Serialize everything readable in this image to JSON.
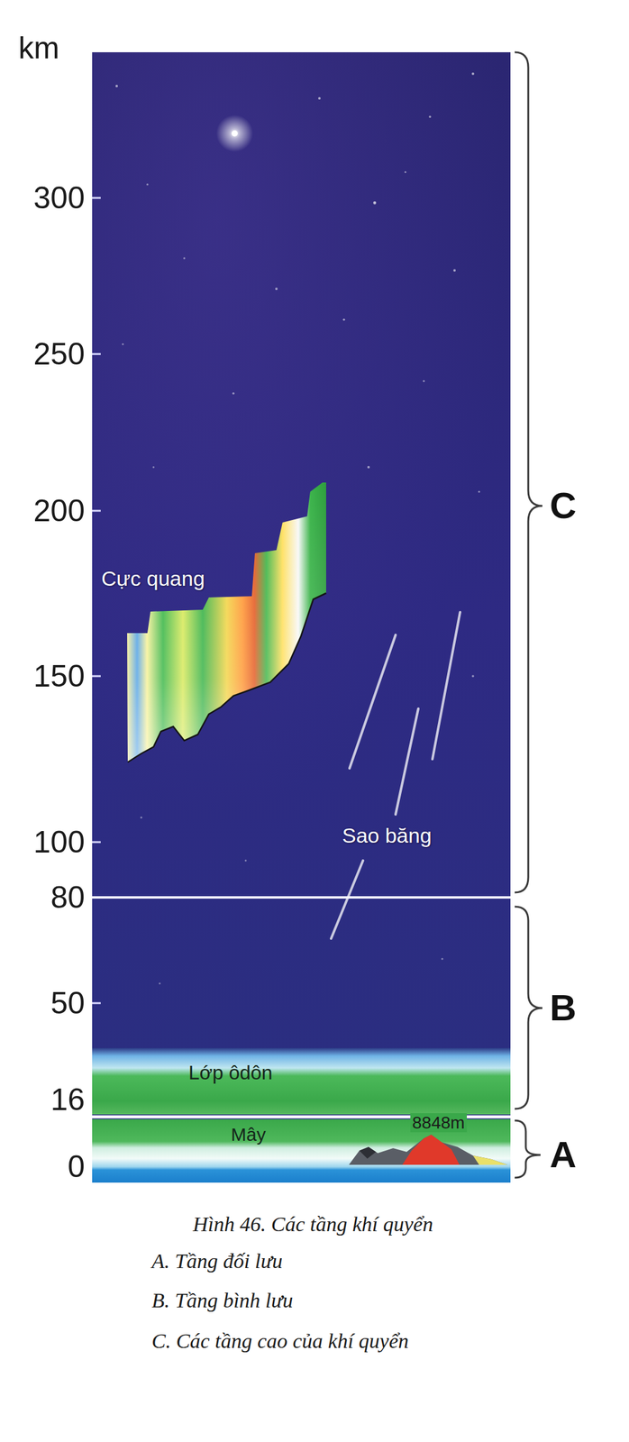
{
  "diagram": {
    "caption": "Hình 46. Các tầng khí quyển",
    "labels": [
      "km",
      "300",
      "250",
      "200",
      "150",
      "100",
      "80",
      "50",
      "16",
      "0",
      "Cực quang",
      "Sao băng",
      "Lớp ôdôn",
      "Mây",
      "8848m",
      "C",
      "B",
      "A",
      "A. Tầng đối lưu",
      "B. Tầng bình lưu",
      "C. Các tầng cao của khí quyển"
    ]
  }
}
